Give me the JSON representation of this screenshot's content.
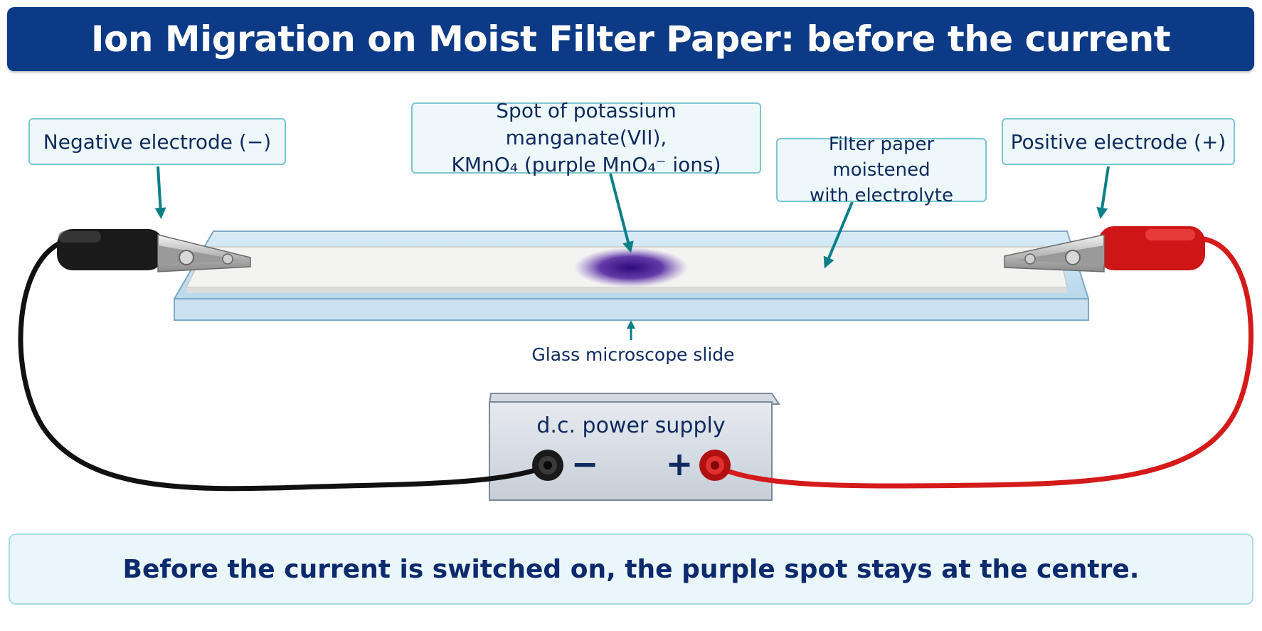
{
  "title": "Ion Migration on Moist Filter Paper: before the current",
  "labels": {
    "negative_electrode": "Negative electrode (−)",
    "positive_electrode": "Positive electrode (+)",
    "spot_line1": "Spot of potassium manganate(VII),",
    "spot_line2": "KMnO₄ (purple MnO₄⁻ ions)",
    "filter_line1": "Filter paper moistened",
    "filter_line2": "with electrolyte",
    "glass_slide": "Glass microscope slide"
  },
  "power_supply": {
    "label": "d.c. power supply",
    "negative_symbol": "−",
    "positive_symbol": "+"
  },
  "caption": "Before the current is switched on, the purple spot stays at the centre.",
  "colors": {
    "title_bg": "#0d3a86",
    "arrow": "#0a7f86",
    "negative_wire": "#111111",
    "positive_wire": "#d41a1a",
    "spot": "#4a1a9a"
  }
}
